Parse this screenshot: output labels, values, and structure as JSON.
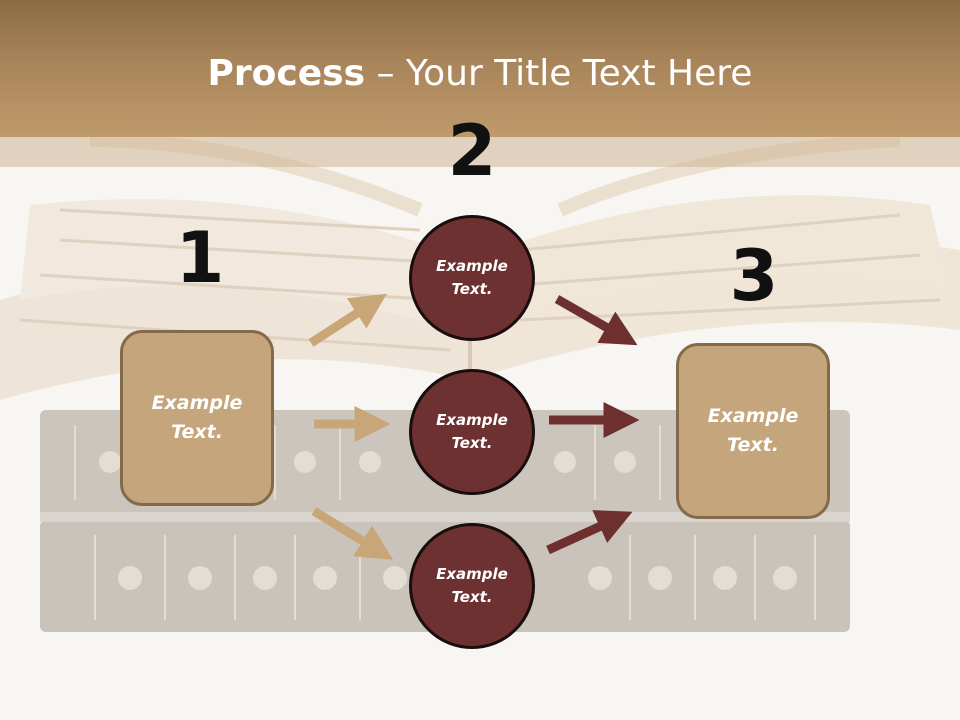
{
  "title": {
    "bold": "Process",
    "rest": " – Your Title Text Here"
  },
  "steps": {
    "one": "1",
    "two": "2",
    "three": "3"
  },
  "left_box": {
    "text": "Example Text."
  },
  "right_box": {
    "text": "Example Text."
  },
  "circles": [
    {
      "text": "Example Text."
    },
    {
      "text": "Example Text."
    },
    {
      "text": "Example Text."
    }
  ],
  "colors": {
    "header": "#a8845a",
    "box_fill": "#c5a57b",
    "circle_fill": "#6e3131",
    "arrow_tan": "#c9a678",
    "arrow_maroon": "#6e2f2f"
  }
}
